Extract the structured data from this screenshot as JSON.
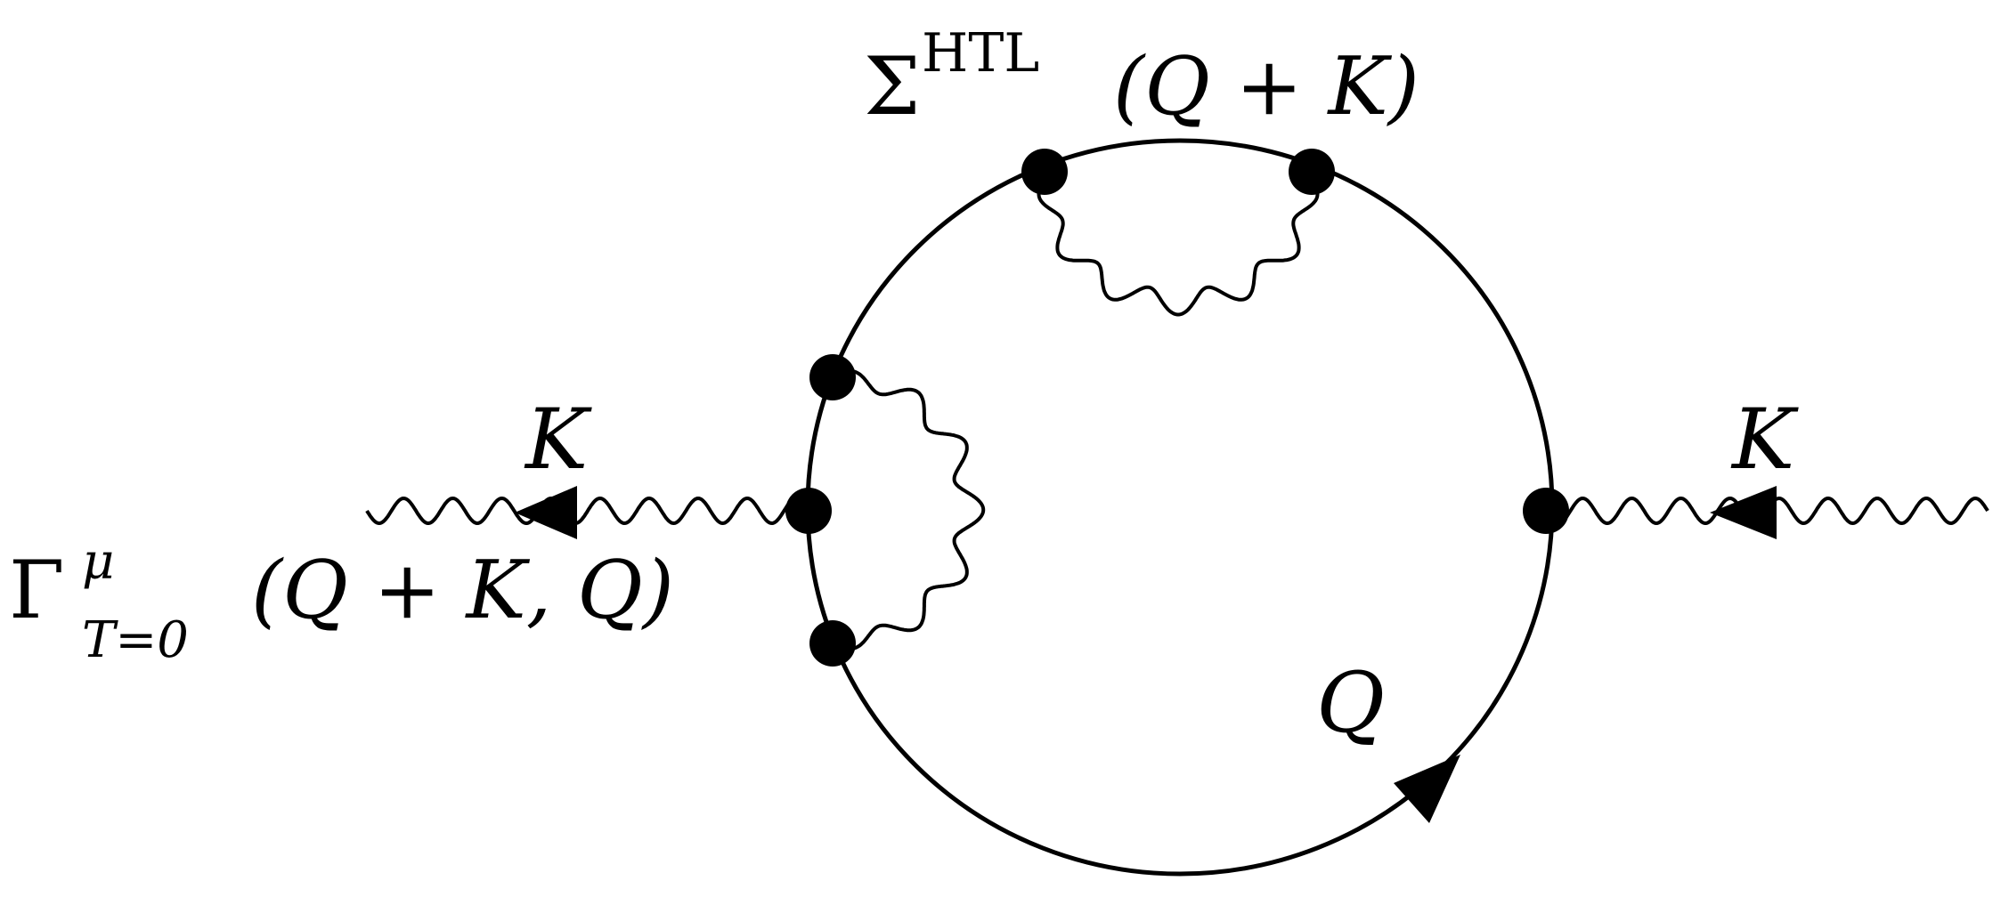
{
  "labels": {
    "sigma": "Σ",
    "sigma_superscript": "HTL",
    "sigma_argument": "(Q + K)",
    "gamma": "Γ",
    "gamma_superscript": "μ",
    "gamma_subscript": "T=0",
    "gamma_argument": "(Q + K, Q)",
    "external_momentum_left": "K",
    "external_momentum_right": "K",
    "loop_momentum": "Q"
  },
  "colors": {
    "line": "#000000",
    "background": "#ffffff"
  }
}
